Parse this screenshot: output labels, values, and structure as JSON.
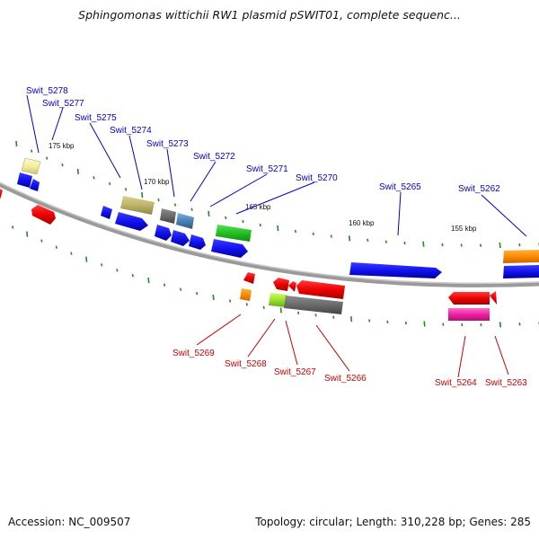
{
  "title": "Sphingomonas wittichii RW1 plasmid pSWIT01, complete sequenc...",
  "footer": {
    "accession": "Accession: NC_009507",
    "topology": "Topology: circular; Length: 310,228 bp; Genes: 285"
  },
  "colors": {
    "backbone": "#8a8a8a",
    "gc_marks": "#1e8c1e",
    "label_top": "#0000cc",
    "label_bottom": "#cc0000"
  },
  "tick_labels": [
    "175 kbp",
    "170 kbp",
    "165 kbp",
    "160 kbp",
    "155 kbp"
  ],
  "top_labels": [
    "Swit_5278",
    "Swit_5277",
    "Swit_5275",
    "Swit_5274",
    "Swit_5273",
    "Swit_5272",
    "Swit_5271",
    "Swit_5270",
    "Swit_5265",
    "Swit_5262"
  ],
  "bottom_labels": [
    "Swit_5269",
    "Swit_5268",
    "Swit_5267",
    "Swit_5266",
    "Swit_5264",
    "Swit_5263"
  ]
}
